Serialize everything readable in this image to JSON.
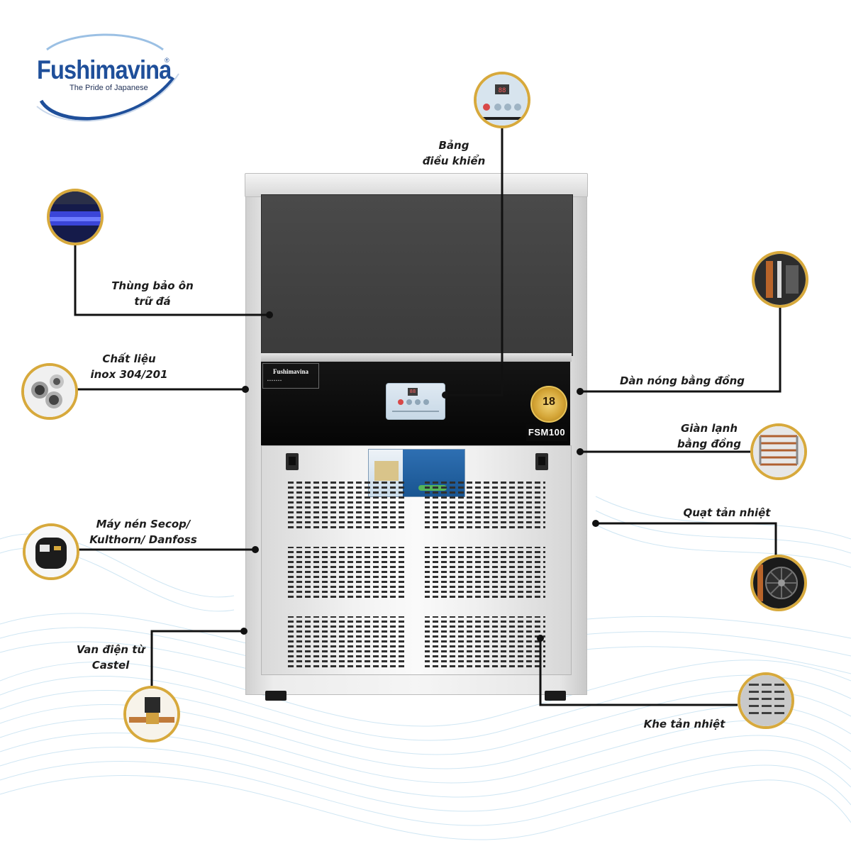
{
  "brand": {
    "name": "Fushimavina",
    "registered": "®",
    "tagline": "The Pride of Japanese"
  },
  "product": {
    "model": "FSM100",
    "warranty_badge": "18",
    "panel_brand": "Fushimavina",
    "control_display": "88"
  },
  "labels": {
    "control_panel": {
      "line1": "Bảng",
      "line2": "điều khiển"
    },
    "storage_bin": {
      "line1": "Thùng bảo ôn",
      "line2": "trữ đá"
    },
    "material": {
      "line1": "Chất liệu",
      "line2": "inox 304/201"
    },
    "condenser": {
      "line1": "Dàn nóng bằng đồng"
    },
    "evaporator": {
      "line1": "Giàn lạnh",
      "line2": "bằng đồng"
    },
    "compressor": {
      "line1": "Máy nén Secop/",
      "line2": "Kulthorn/ Danfoss"
    },
    "fan": {
      "line1": "Quạt tản nhiệt"
    },
    "valve": {
      "line1": "Van điện từ",
      "line2": "Castel"
    },
    "vents": {
      "line1": "Khe tản nhiệt"
    }
  },
  "colors": {
    "brand_blue": "#1f4f9a",
    "thumb_ring": "#d7a93c",
    "connector": "#111111"
  },
  "icons": [
    "control-panel-thumb-icon",
    "storage-bin-thumb-icon",
    "steel-pipes-thumb-icon",
    "condenser-thumb-icon",
    "evaporator-thumb-icon",
    "compressor-thumb-icon",
    "fan-thumb-icon",
    "valve-thumb-icon",
    "vents-thumb-icon"
  ]
}
